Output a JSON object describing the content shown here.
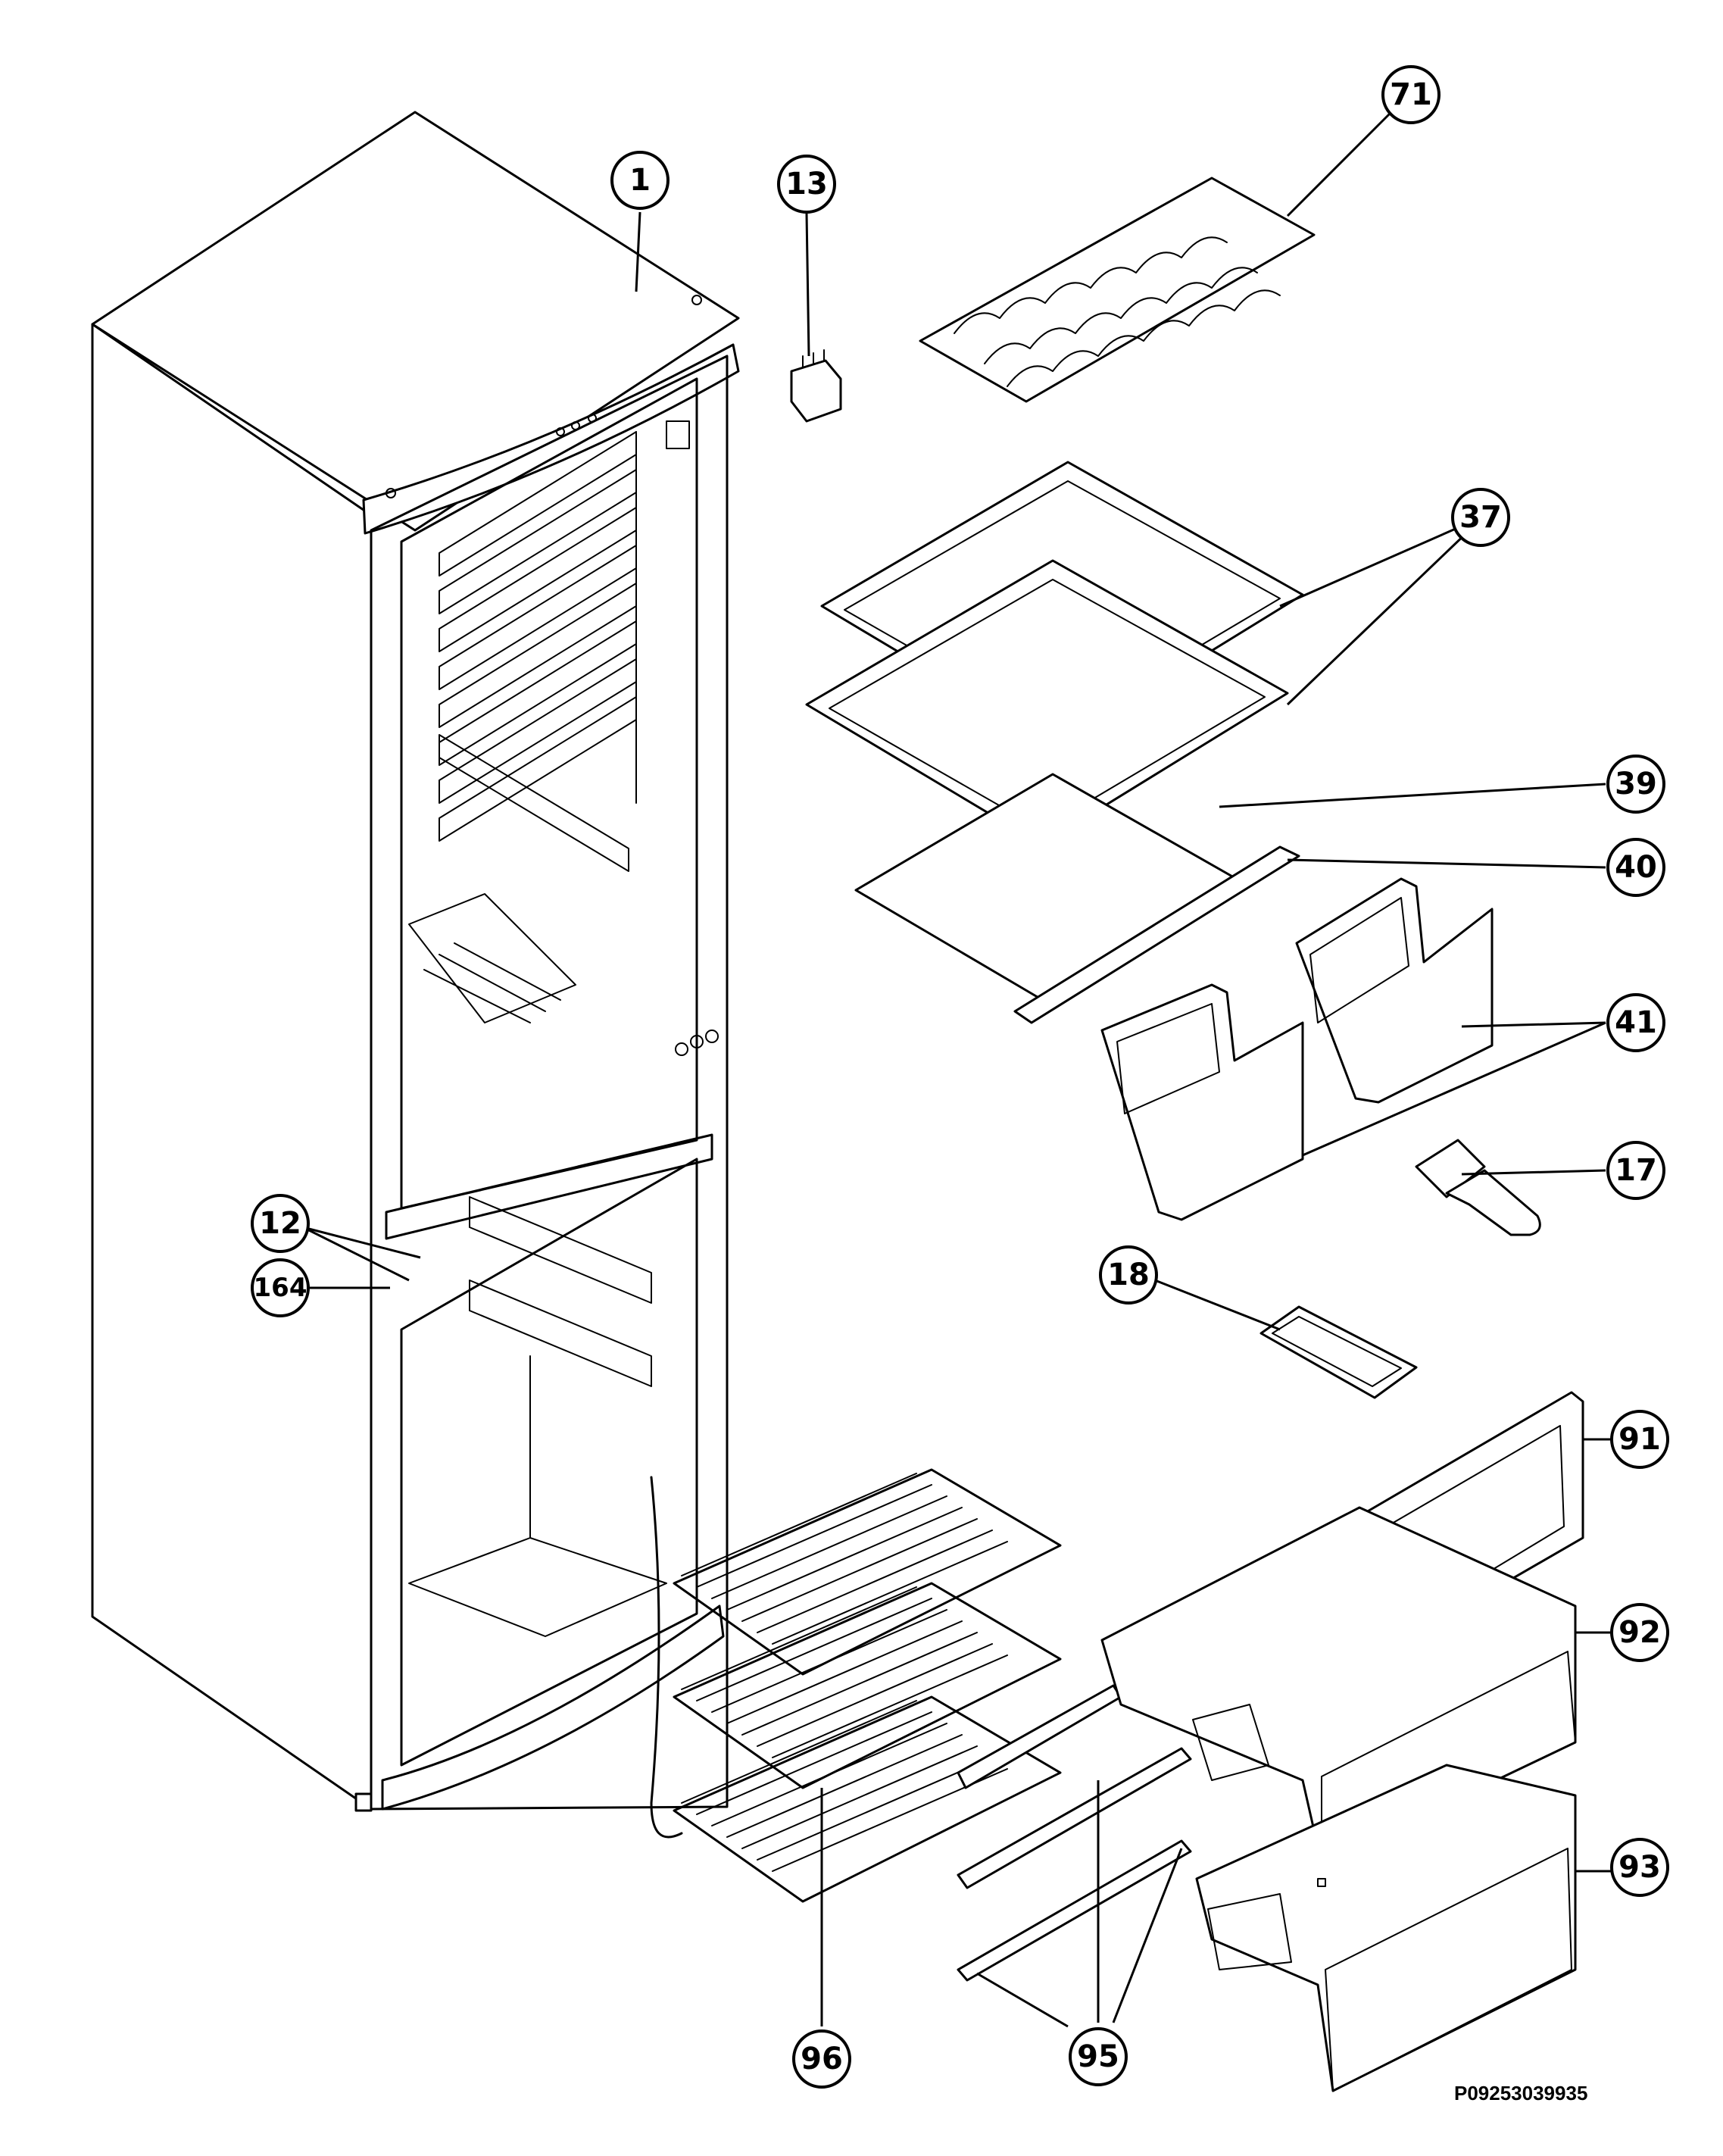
{
  "callouts": [
    {
      "id": "1",
      "label": "1"
    },
    {
      "id": "13",
      "label": "13"
    },
    {
      "id": "71",
      "label": "71"
    },
    {
      "id": "37",
      "label": "37"
    },
    {
      "id": "39",
      "label": "39"
    },
    {
      "id": "40",
      "label": "40"
    },
    {
      "id": "41",
      "label": "41"
    },
    {
      "id": "17",
      "label": "17"
    },
    {
      "id": "12",
      "label": "12"
    },
    {
      "id": "164",
      "label": "164"
    },
    {
      "id": "18",
      "label": "18"
    },
    {
      "id": "91",
      "label": "91"
    },
    {
      "id": "92",
      "label": "92"
    },
    {
      "id": "93",
      "label": "93"
    },
    {
      "id": "96",
      "label": "96"
    },
    {
      "id": "95",
      "label": "95"
    }
  ],
  "drawing_id": "P09253039935"
}
